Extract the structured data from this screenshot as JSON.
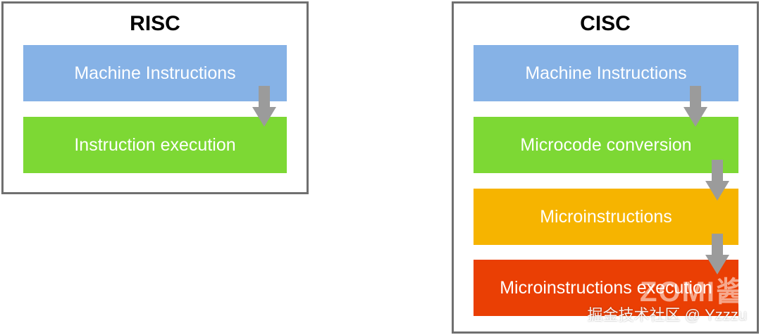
{
  "colors": {
    "machine_instructions": "#86b2e6",
    "green": "#7dd834",
    "orange": "#f6b400",
    "red": "#ea3f04",
    "arrow": "#9b9b9b",
    "border": "#6f6f6f"
  },
  "risc": {
    "title": "RISC",
    "boxes": [
      "Machine Instructions",
      "Instruction execution"
    ]
  },
  "cisc": {
    "title": "CISC",
    "boxes": [
      "Machine Instructions",
      "Microcode conversion",
      "Microinstructions",
      "Microinstructions execution"
    ]
  },
  "watermark": {
    "logo": "ZOMI酱",
    "text": "掘金技术社区 @ Yzzzu"
  }
}
